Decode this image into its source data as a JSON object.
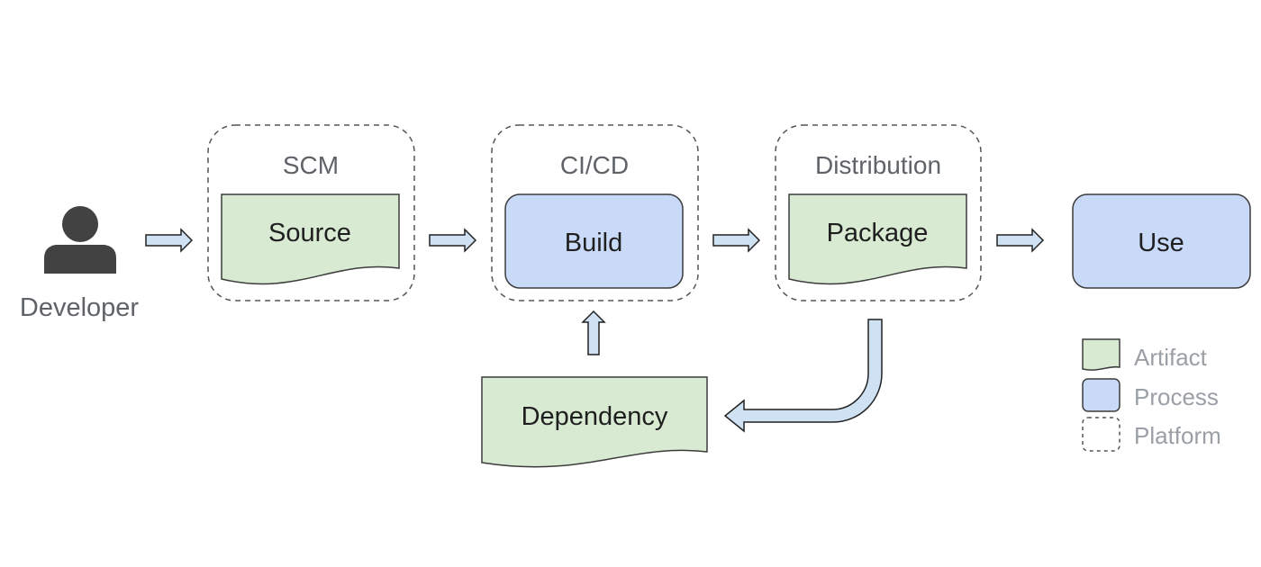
{
  "actor": {
    "label": "Developer",
    "icon": "person-icon"
  },
  "platforms": [
    {
      "title": "SCM"
    },
    {
      "title": "CI/CD"
    },
    {
      "title": "Distribution"
    }
  ],
  "nodes": {
    "source": "Source",
    "build": "Build",
    "package": "Package",
    "use": "Use",
    "dependency": "Dependency"
  },
  "legend": {
    "artifact": "Artifact",
    "process": "Process",
    "platform": "Platform"
  },
  "colors": {
    "artifact_fill": "#d9ead3",
    "process_fill": "#c9daf8",
    "arrow_fill": "#cfe2f3",
    "outline": "#3c3c3c",
    "person": "#424242"
  }
}
